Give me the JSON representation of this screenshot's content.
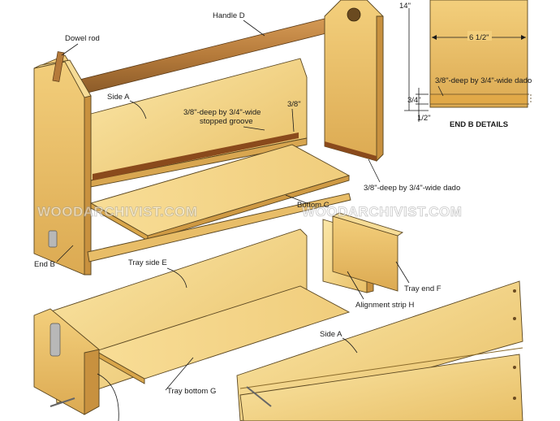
{
  "labels": {
    "handle_d": "Handle D",
    "dowel_rod": "Dowel rod",
    "side_a_top": "Side A",
    "stopped_groove_1": "3/8\"-deep by 3/4\"-wide",
    "stopped_groove_2": "stopped groove",
    "groove_depth": "3/8\"",
    "dado_note": "3/8\"-deep by 3/4\"-wide dado",
    "bottom_c": "Bottom C",
    "end_b": "End B",
    "tray_side_e": "Tray side E",
    "tray_end_f": "Tray end F",
    "alignment_strip_h": "Alignment strip H",
    "side_a_bottom": "Side A",
    "tray_bottom_g": "Tray bottom G"
  },
  "detail": {
    "title": "END B DETAILS",
    "height": "14\"",
    "width": "6 1/2\"",
    "dado_note": "3/8\"-deep by 3/4\"-wide dado",
    "dado_width": "3/4\"",
    "offset": "1/2\""
  },
  "watermark": {
    "left": "WOODARCHIVIST.COM",
    "right": "WOODARCHIVIST.COM"
  },
  "colors": {
    "wood_light": "#f6d98a",
    "wood_mid": "#ecc46a",
    "wood_dark": "#d9a64a",
    "groove": "#8a4a1c",
    "dowel": "#b57a3a"
  }
}
